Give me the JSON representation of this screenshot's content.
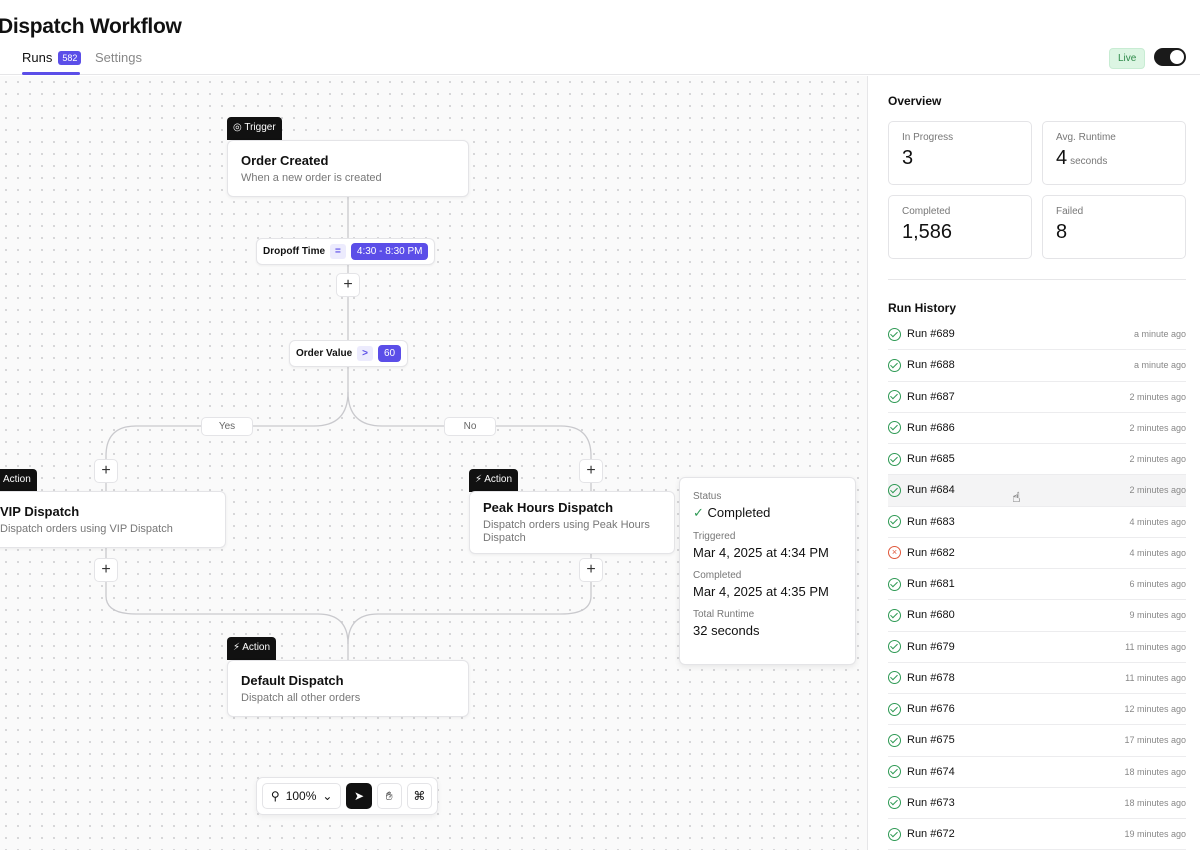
{
  "header": {
    "title": "Dispatch Workflow",
    "tabs": [
      {
        "label": "Runs",
        "count": "582",
        "active": true
      },
      {
        "label": "Settings"
      }
    ],
    "live_label": "Live",
    "live_toggle": true
  },
  "workflow": {
    "trigger": {
      "tag": "Trigger",
      "title": "Order Created",
      "subtitle": "When a new order is created"
    },
    "condition1": {
      "field": "Dropoff Time",
      "op": "=",
      "value": "4:30 - 8:30 PM"
    },
    "condition2": {
      "field": "Order Value",
      "op": ">",
      "value": "60"
    },
    "branch_yes": "Yes",
    "branch_no": "No",
    "vip": {
      "tag": "Action",
      "title": "VIP Dispatch",
      "subtitle": "Dispatch orders using VIP Dispatch"
    },
    "peak": {
      "tag": "Action",
      "title": "Peak Hours Dispatch",
      "subtitle": "Dispatch orders using Peak Hours Dispatch"
    },
    "default": {
      "tag": "Action",
      "title": "Default Dispatch",
      "subtitle": "Dispatch all other orders"
    },
    "plus": "+"
  },
  "popup": {
    "status_label": "Status",
    "status": "Completed",
    "triggered_label": "Triggered",
    "triggered": "Mar 4, 2025 at 4:34 PM",
    "completed_label": "Completed",
    "completed": "Mar 4, 2025 at 4:35 PM",
    "runtime_label": "Total Runtime",
    "runtime": "32 seconds"
  },
  "toolbar": {
    "zoom": "100%"
  },
  "overview": {
    "title": "Overview",
    "in_progress_label": "In Progress",
    "in_progress": "3",
    "avg_label": "Avg. Runtime",
    "avg": "4",
    "avg_unit": "seconds",
    "completed_label": "Completed",
    "completed": "1,586",
    "failed_label": "Failed",
    "failed": "8"
  },
  "history": {
    "title": "Run History",
    "runs": [
      {
        "name": "Run #689",
        "time": "a minute ago",
        "status": "ok"
      },
      {
        "name": "Run #688",
        "time": "a minute ago",
        "status": "ok"
      },
      {
        "name": "Run #687",
        "time": "2 minutes ago",
        "status": "ok"
      },
      {
        "name": "Run #686",
        "time": "2 minutes ago",
        "status": "ok"
      },
      {
        "name": "Run #685",
        "time": "2 minutes ago",
        "status": "ok"
      },
      {
        "name": "Run #684",
        "time": "2 minutes ago",
        "status": "ok",
        "hover": true
      },
      {
        "name": "Run #683",
        "time": "4 minutes ago",
        "status": "ok"
      },
      {
        "name": "Run #682",
        "time": "4 minutes ago",
        "status": "fail"
      },
      {
        "name": "Run #681",
        "time": "6 minutes ago",
        "status": "ok"
      },
      {
        "name": "Run #680",
        "time": "9 minutes ago",
        "status": "ok"
      },
      {
        "name": "Run #679",
        "time": "11 minutes ago",
        "status": "ok"
      },
      {
        "name": "Run #678",
        "time": "11 minutes ago",
        "status": "ok"
      },
      {
        "name": "Run #676",
        "time": "12 minutes ago",
        "status": "ok"
      },
      {
        "name": "Run #675",
        "time": "17 minutes ago",
        "status": "ok"
      },
      {
        "name": "Run #674",
        "time": "18 minutes ago",
        "status": "ok"
      },
      {
        "name": "Run #673",
        "time": "18 minutes ago",
        "status": "ok"
      },
      {
        "name": "Run #672",
        "time": "19 minutes ago",
        "status": "ok"
      }
    ]
  },
  "colors": {
    "accent": "#5b4ee8",
    "success": "#2f9a55",
    "error": "#e0583b",
    "live_bg": "#dcf5e3"
  }
}
